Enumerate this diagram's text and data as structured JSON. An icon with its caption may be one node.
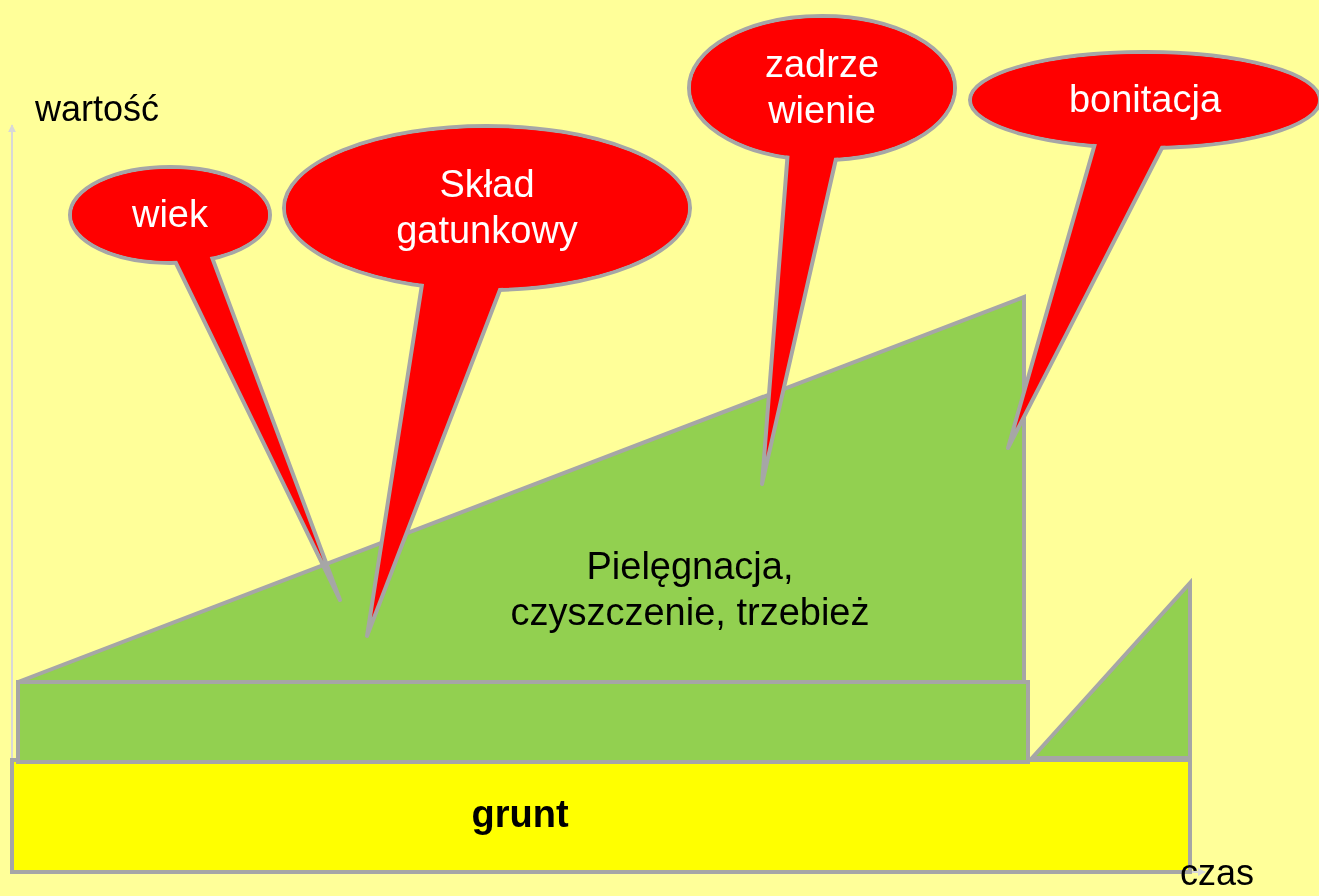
{
  "diagram": {
    "nodes": [
      {
        "text": [
          "wiek"
        ]
      },
      {
        "text": [
          "Skład gatunkowy"
        ]
      },
      {
        "text": [
          "zadrze wienie"
        ]
      },
      {
        "text": [
          "bonitacja"
        ]
      },
      {
        "text": [
          "Pielęgnacja, czyszczenie, trzebież"
        ]
      },
      {
        "text": [],
        "shape": "bar"
      },
      {
        "text": [],
        "shape": "triangle"
      },
      {
        "text": [
          "grunt"
        ]
      }
    ],
    "edges": [],
    "labels": [
      "wartość",
      "czas"
    ]
  }
}
